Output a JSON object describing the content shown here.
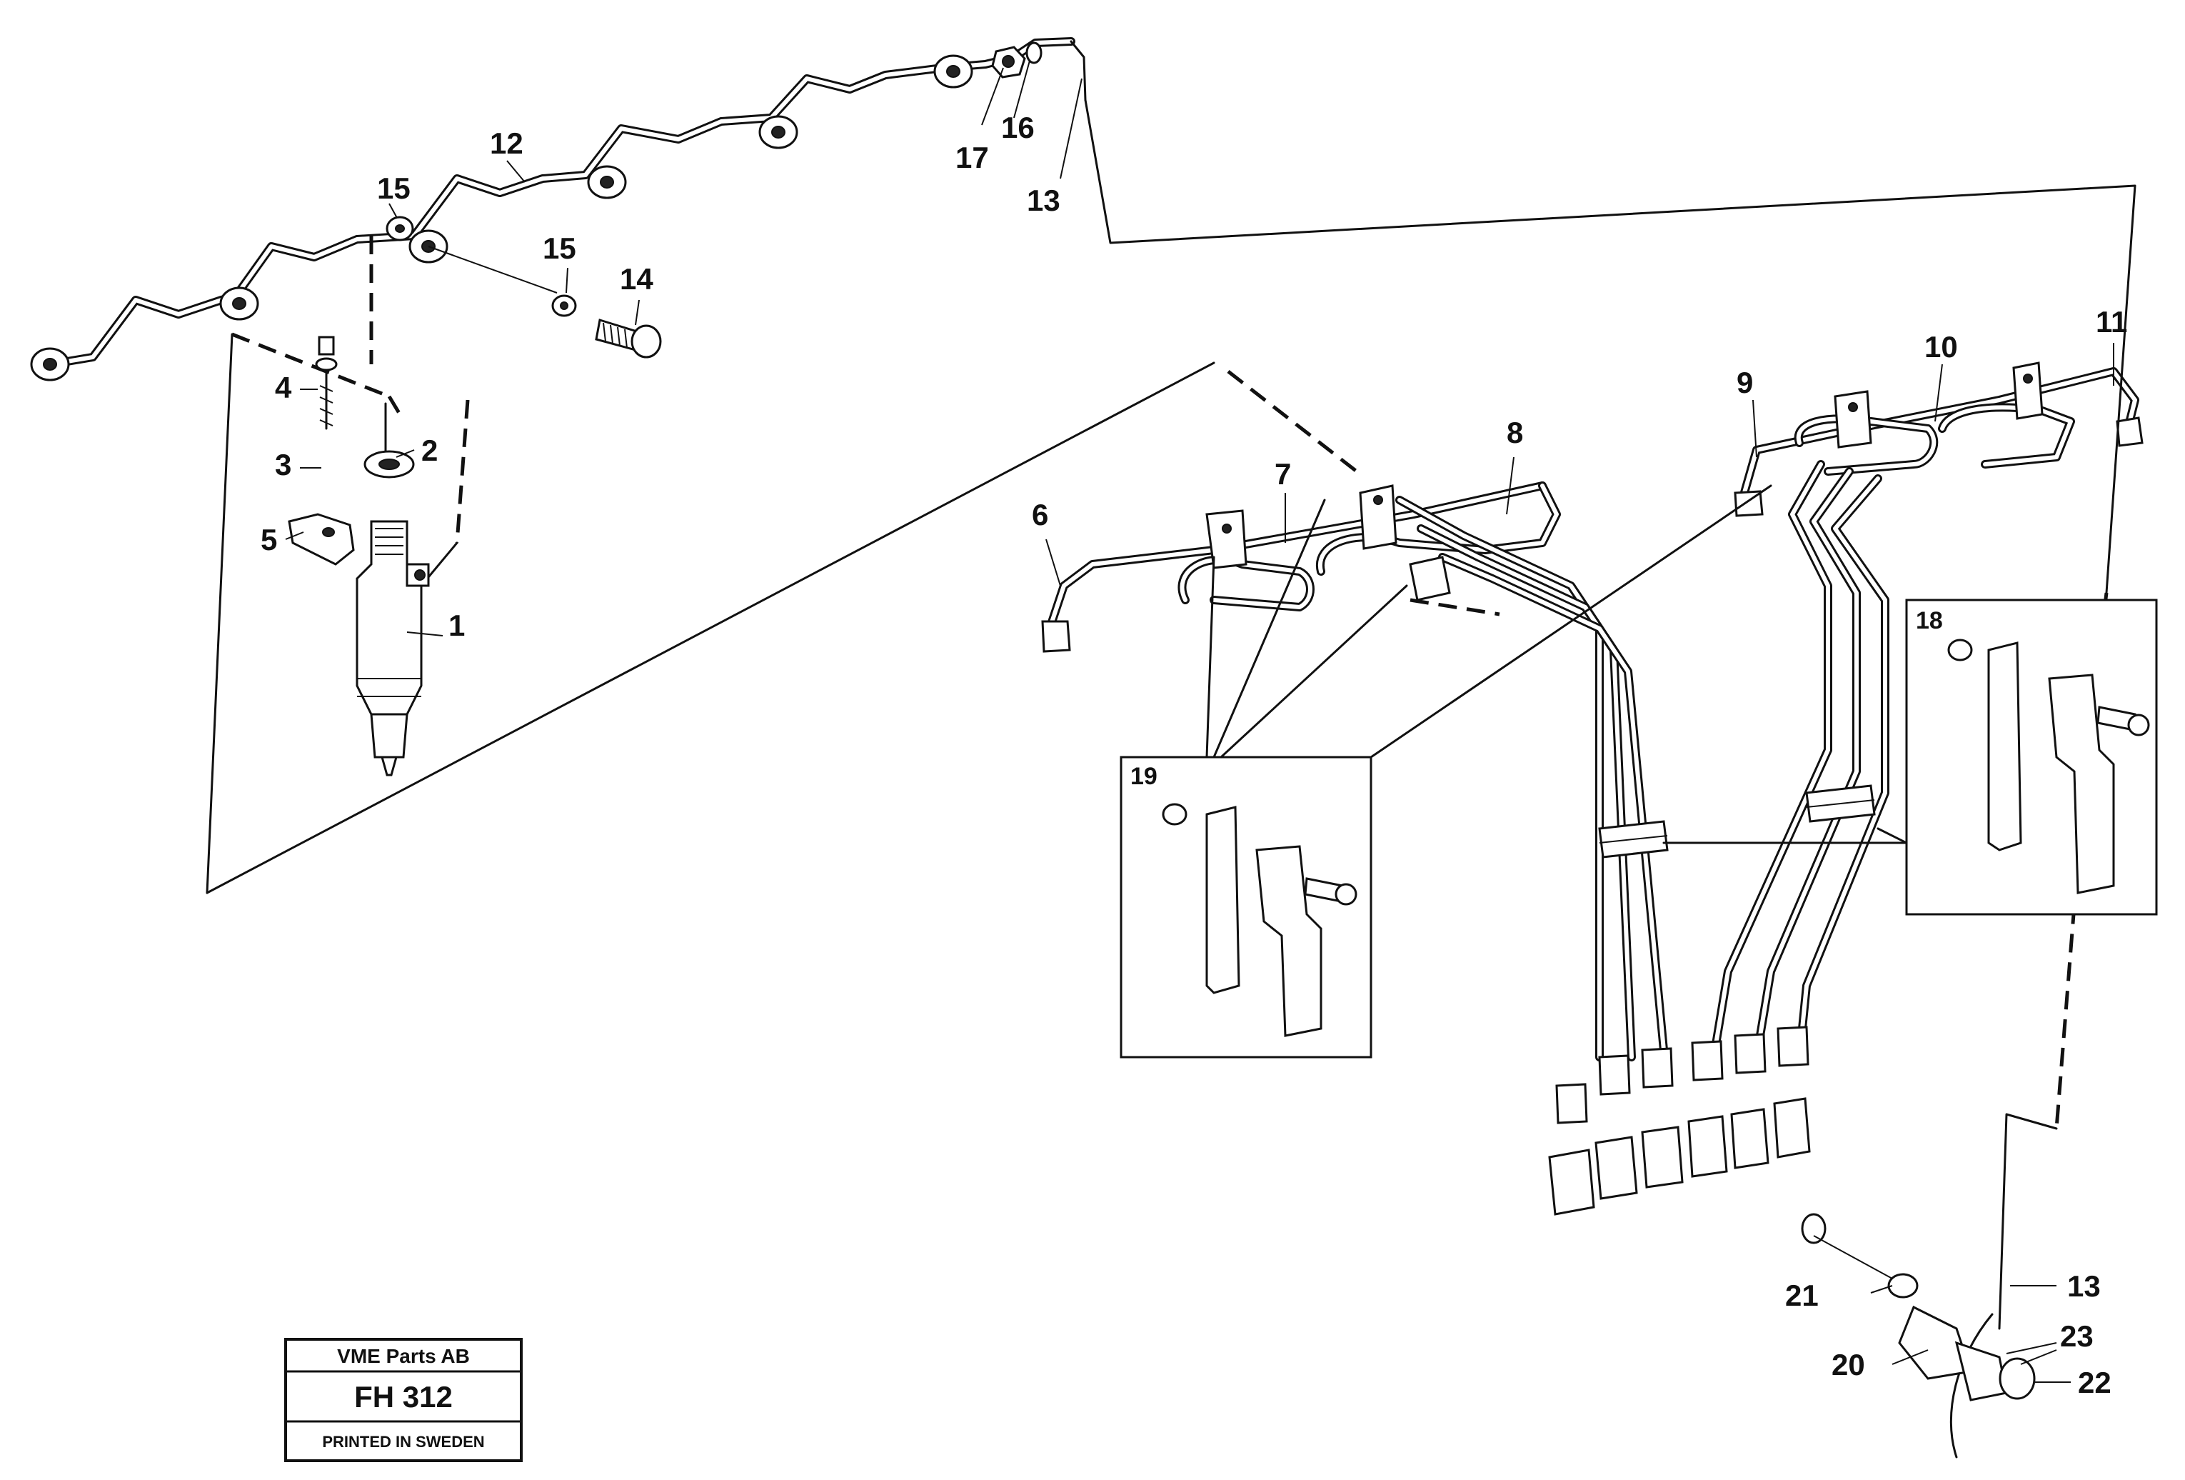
{
  "callouts": {
    "c1": "1",
    "c2": "2",
    "c3": "3",
    "c4": "4",
    "c5": "5",
    "c6": "6",
    "c7": "7",
    "c8": "8",
    "c9": "9",
    "c10": "10",
    "c11": "11",
    "c12": "12",
    "c13a": "13",
    "c13b": "13",
    "c14": "14",
    "c15a": "15",
    "c15b": "15",
    "c16": "16",
    "c17": "17",
    "c18": "18",
    "c19": "19",
    "c20": "20",
    "c21": "21",
    "c22": "22",
    "c23": "23"
  },
  "stamp": {
    "company": "VME Parts AB",
    "code": "FH 312",
    "printed": "PRINTED IN SWEDEN"
  }
}
